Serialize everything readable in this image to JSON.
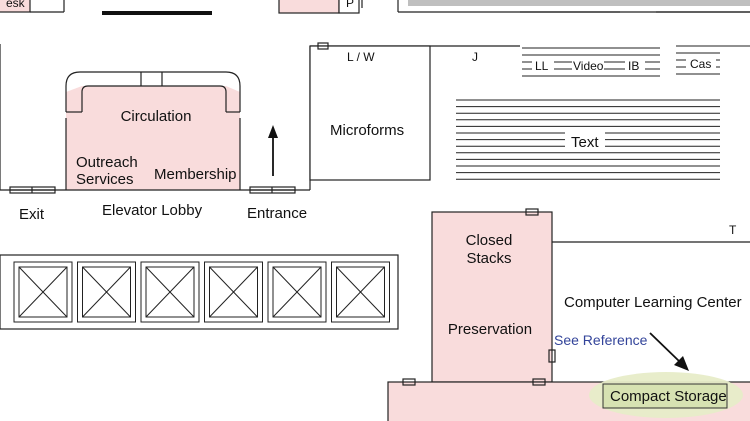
{
  "map": {
    "colors": {
      "room_fill": "#f9dcdc",
      "wall": "#222222",
      "link": "#33449a",
      "highlight_fill": "#d7e2b2",
      "highlight_glow": "#e7ecc8",
      "shelf_gray": "#bfbfbf"
    },
    "labels": {
      "desk_partial": "esk",
      "p_partial": "P",
      "lw": "L / W",
      "j": "J",
      "ll": "LL",
      "video": "Video",
      "ib": "IB",
      "cas": "Cas",
      "circulation": "Circulation",
      "microforms": "Microforms",
      "text": "Text",
      "outreach_line1": "Outreach",
      "outreach_line2": "Services",
      "membership": "Membership",
      "exit": "Exit",
      "elevator_lobby": "Elevator Lobby",
      "entrance": "Entrance",
      "t": "T",
      "closed_line1": "Closed",
      "closed_line2": "Stacks",
      "computer_learning_center": "Computer Learning Center",
      "preservation": "Preservation",
      "see_reference": "See Reference",
      "compact_storage": "Compact Storage"
    },
    "icons": {
      "entrance_arrow": "arrow-up-icon",
      "pointer_arrow": "arrow-down-right-icon",
      "elevator": "x-box-icon"
    },
    "elevator_count": 6
  }
}
